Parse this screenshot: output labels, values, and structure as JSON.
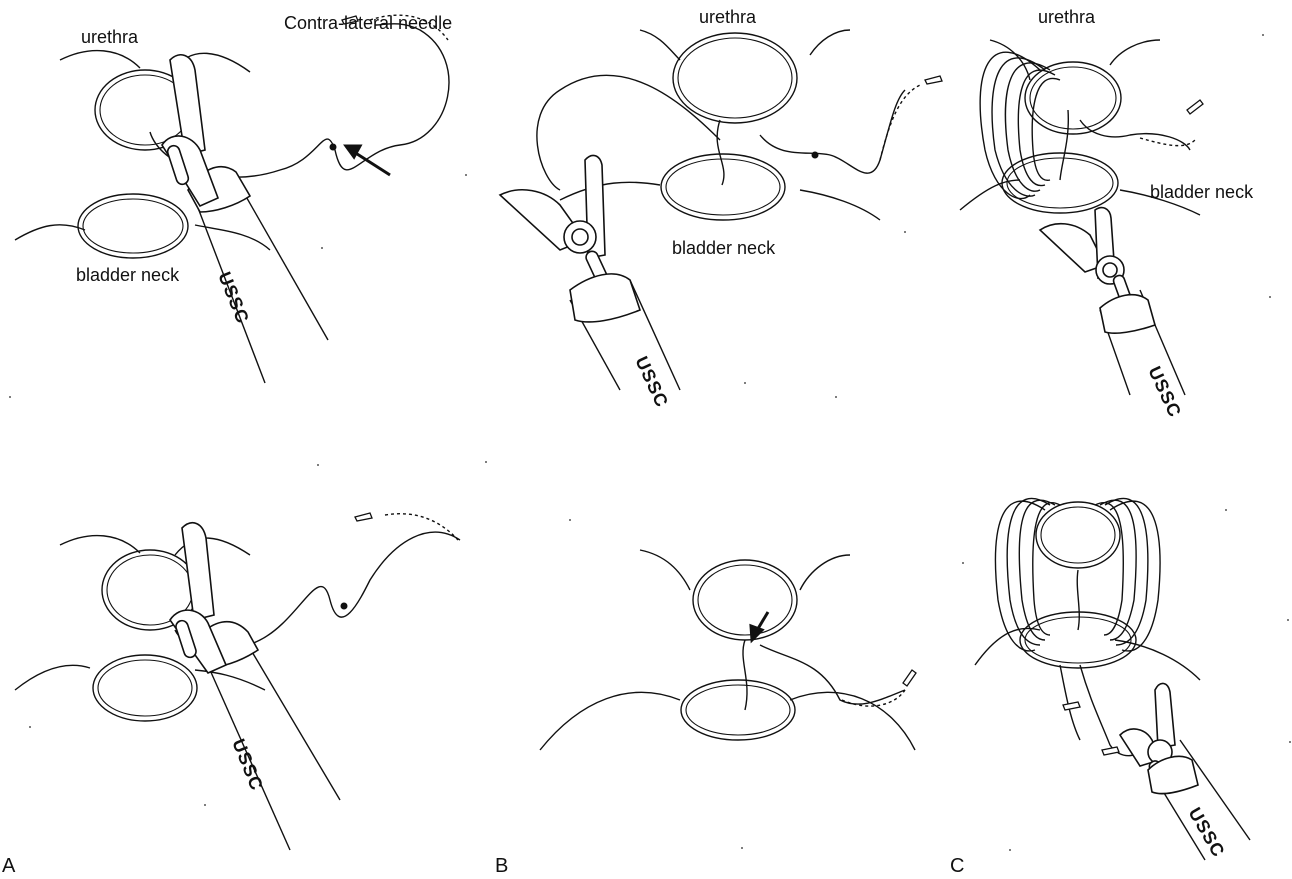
{
  "labels": {
    "urethra": "urethra",
    "bladder_neck": "bladder neck",
    "bladder_neck_spaced": "bladder  neck",
    "contralateral_needle": "Contra-lateral needle",
    "brand": "USSC"
  },
  "panels": {
    "a": "A",
    "b": "B",
    "c": "C"
  }
}
